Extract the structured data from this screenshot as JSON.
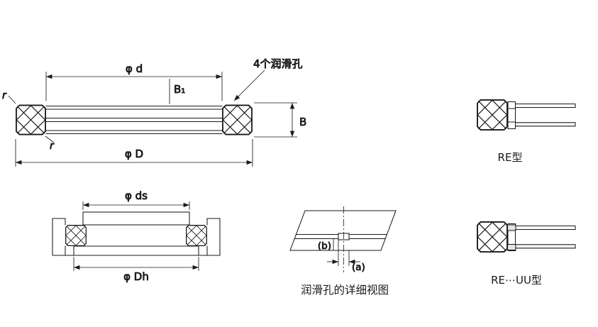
{
  "drawing": {
    "main_view": {
      "dim_inner_diameter": "φ d",
      "dim_inner_ring_width": "B₁",
      "lube_hole_note": "4个润滑孔",
      "dim_width": "B",
      "dim_outer_diameter": "φ D",
      "fillet_top_left": "r",
      "fillet_inner": "r"
    },
    "mounting_view": {
      "dim_shaft_shoulder": "φ ds",
      "dim_housing_shoulder": "φ Dh"
    },
    "lube_detail_view": {
      "dim_b": "(b)",
      "dim_a": "(a)",
      "caption": "润滑孔的详细视图"
    },
    "type_labels": {
      "re": "RE型",
      "re_uu": "RE⋯UU型"
    },
    "colors": {
      "line": "#1a1a1a",
      "background": "#ffffff"
    }
  }
}
